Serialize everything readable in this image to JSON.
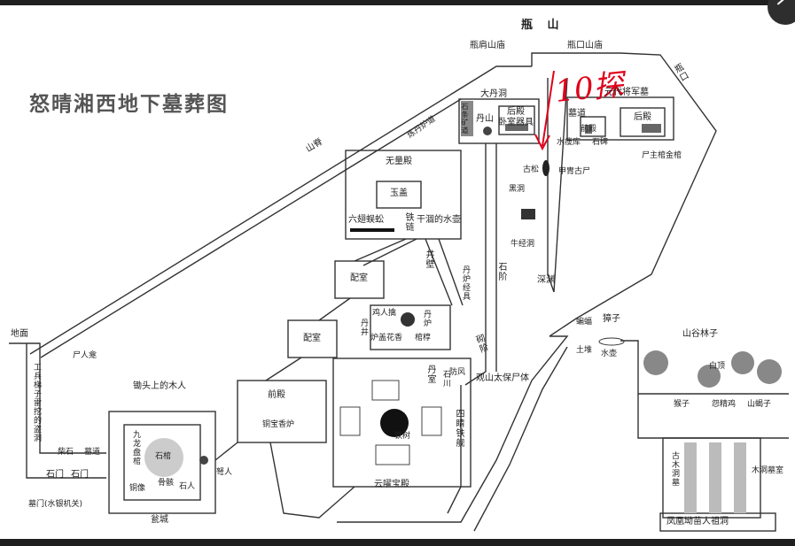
{
  "diagram": {
    "title": "怒晴湘西地下墓葬图",
    "annotation": "10探",
    "labels": {
      "ping_shan": "瓶  山",
      "ping_jian_shan_miao": "瓶肩山庙",
      "ping_kou_shan_miao": "瓶口山庙",
      "ping_kou": "瓶口",
      "shan_ji": "山脊",
      "da_dan_dong": "大丹洞",
      "shi_tiao_kuang_dao": "石条矿道",
      "dan_shan": "丹山",
      "hou_dian_top": "后殿",
      "lu_shi_qi_ju": "卧室器具",
      "wu_liang_dian": "无量殿",
      "yu_gai": "玉盖",
      "liu_chi_wu_gong": "六翅蜈蚣",
      "tie_lian": "铁链",
      "gan_jian_shui_hu": "干涸的水壶",
      "jian_dan_dan_lu": "炼丹炉道",
      "jing_bi": "井壁",
      "dan_lu_jing_ju": "丹炉经具",
      "pei_dian_1": "配室",
      "pei_dian_2": "配室",
      "qian_dian_mid": "前殿",
      "tong_bao_xiang_lu": "铜宝香炉",
      "yu_ren_qin": "鸡人擒",
      "dan_jing": "丹井",
      "lu_jing_hua_xiang": "炉盖花香",
      "dan_lu": "丹炉",
      "guan_mu": "棺椁",
      "dan_shi": "丹室",
      "fang_feng": "防风",
      "shi_chuan": "石川",
      "guan_shan_tai_bao": "观山太保尸体",
      "shi_jie": "石阶",
      "qi_jie": "砌阶",
      "yun_ding_bao_dian": "云嚁宝殿",
      "tie_shu": "铁树",
      "si_qing_tie_jian": "四睛铁舰",
      "yuan_dai_jiang_jun_mu": "元代将军墓",
      "mu_dao_top": "墓道",
      "qian_dian_top": "前殿",
      "hou_dian_right": "后殿",
      "shi_bei": "石碑",
      "shui_lou_ku": "水痩库",
      "shi_shou": "尸主棺金棺",
      "gu_song": "古松",
      "jin_jia_gu_shi": "甲胄古尸",
      "hei_dong": "黑洞",
      "niu_jing_dong": "牛经洞",
      "shen_yuan": "深渊",
      "zhang_zi": "獐子",
      "hu_bo": "蝙蝠",
      "tu_dui": "土堆",
      "shui_hu": "水壶",
      "shan_gu_lin_zi": "山谷林子",
      "bai_ding": "白顶",
      "shu_zi": "猴子",
      "yuan_qi_yu": "怨精鸡",
      "shan_xie_zi": "山蝎子",
      "feng_huang_mu_miao": "凤凰坳苗人祖洞",
      "gu_mu_dong_mu": "古木洞墓",
      "mu_dong_mu_shi": "木洞墓室",
      "di_mian": "地面",
      "shi_ren_kan": "尸人龛",
      "gong_bing": "工兵梯子雷挖的盗洞",
      "chou_tou_mu_ren": "锄头上的木人",
      "bai_shi": "柴石",
      "mu_dao_left": "墓道",
      "shi_men_1": "石门",
      "shi_men_2": "石门",
      "qian_jun_tuo_guan": "九龙盘棺",
      "shi_guan": "石棺",
      "tong_xiang": "铜像",
      "gu_hai": "骨骸",
      "shi_ren": "石人",
      "tao_cheng": "瓮城",
      "guan_men": "墓门(水银机关)",
      "yao_ren": "弩人"
    }
  }
}
